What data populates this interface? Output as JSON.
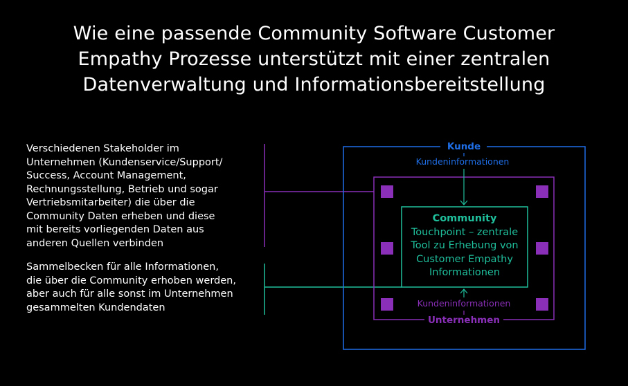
{
  "title_lines": [
    "Wie eine passende Community Software Customer",
    "Empathy Prozesse unterstützt mit einer zentralen",
    "Datenverwaltung und Informationsbereitstellung"
  ],
  "left_text_1": [
    "Verschiedenen Stakeholder im",
    "Unternehmen (Kundenservice/Support/",
    "Success, Account Management,",
    "Rechnungsstellung, Betrieb und sogar",
    "Vertriebsmitarbeiter) die über die",
    "Community Daten erheben und diese",
    "mit bereits vorliegenden Daten aus",
    "anderen Quellen verbinden"
  ],
  "left_text_2": [
    "Sammelbecken für alle Informationen,",
    "die über die Community erhoben werden,",
    "aber auch für alle sonst im Unternehmen",
    "gesammelten Kundendaten"
  ],
  "diagram": {
    "outer_label": "Kunde",
    "outer_info_label": "Kundeninformationen",
    "middle_label": "Unternehmen",
    "middle_info_label": "Kundeninformationen",
    "center_title": "Community",
    "center_lines": [
      "Touchpoint – zentrale",
      "Tool zu Erhebung von",
      "Customer Empathy",
      "Informationen"
    ]
  },
  "colors": {
    "background": "#000000",
    "blue": "#1f6fe8",
    "purple": "#8a2fb8",
    "teal": "#1fbf9c"
  }
}
